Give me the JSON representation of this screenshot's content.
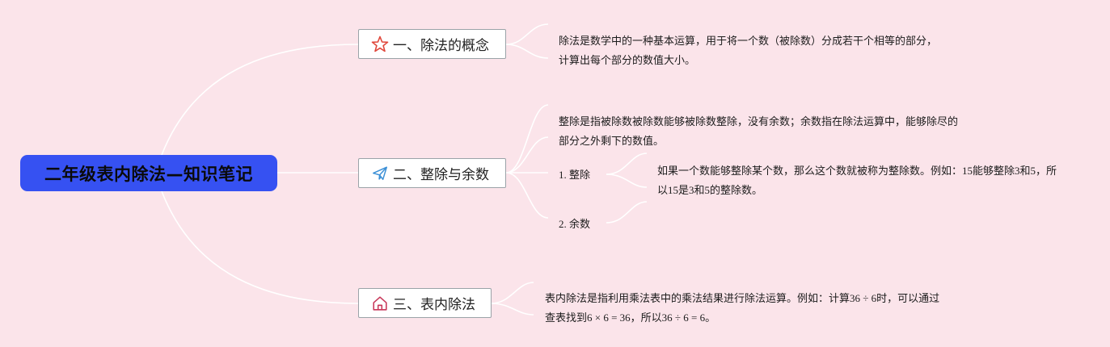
{
  "root": {
    "title": "二年级表内除法—知识笔记"
  },
  "branches": [
    {
      "icon": "star-icon",
      "label": "一、除法的概念",
      "note": "除法是数学中的一种基本运算，用于将一个数（被除数）分成若干个相等的部分，计算出每个部分的数值大小。"
    },
    {
      "icon": "paper-plane-icon",
      "label": "二、整除与余数",
      "note": "整除是指被除数被除数能够被除数整除，没有余数；余数指在除法运算中，能够除尽的部分之外剩下的数值。",
      "subitems": [
        {
          "label": "1. 整除",
          "note": "如果一个数能够整除某个数，那么这个数就被称为整除数。例如：15能够整除3和5，所以15是3和5的整除数。"
        },
        {
          "label": "2. 余数"
        }
      ]
    },
    {
      "icon": "home-icon",
      "label": "三、表内除法",
      "note": "表内除法是指利用乘法表中的乘法结果进行除法运算。例如：计算36 ÷ 6时，可以通过查表找到6 × 6 = 36，所以36 ÷ 6 = 6。"
    }
  ],
  "colors": {
    "background": "#fbe4ea",
    "root_fill": "#3651f2",
    "connector": "#ffffff",
    "star_icon": "#e0463a",
    "plane_icon": "#3a8fd6",
    "home_icon": "#c8385a"
  }
}
